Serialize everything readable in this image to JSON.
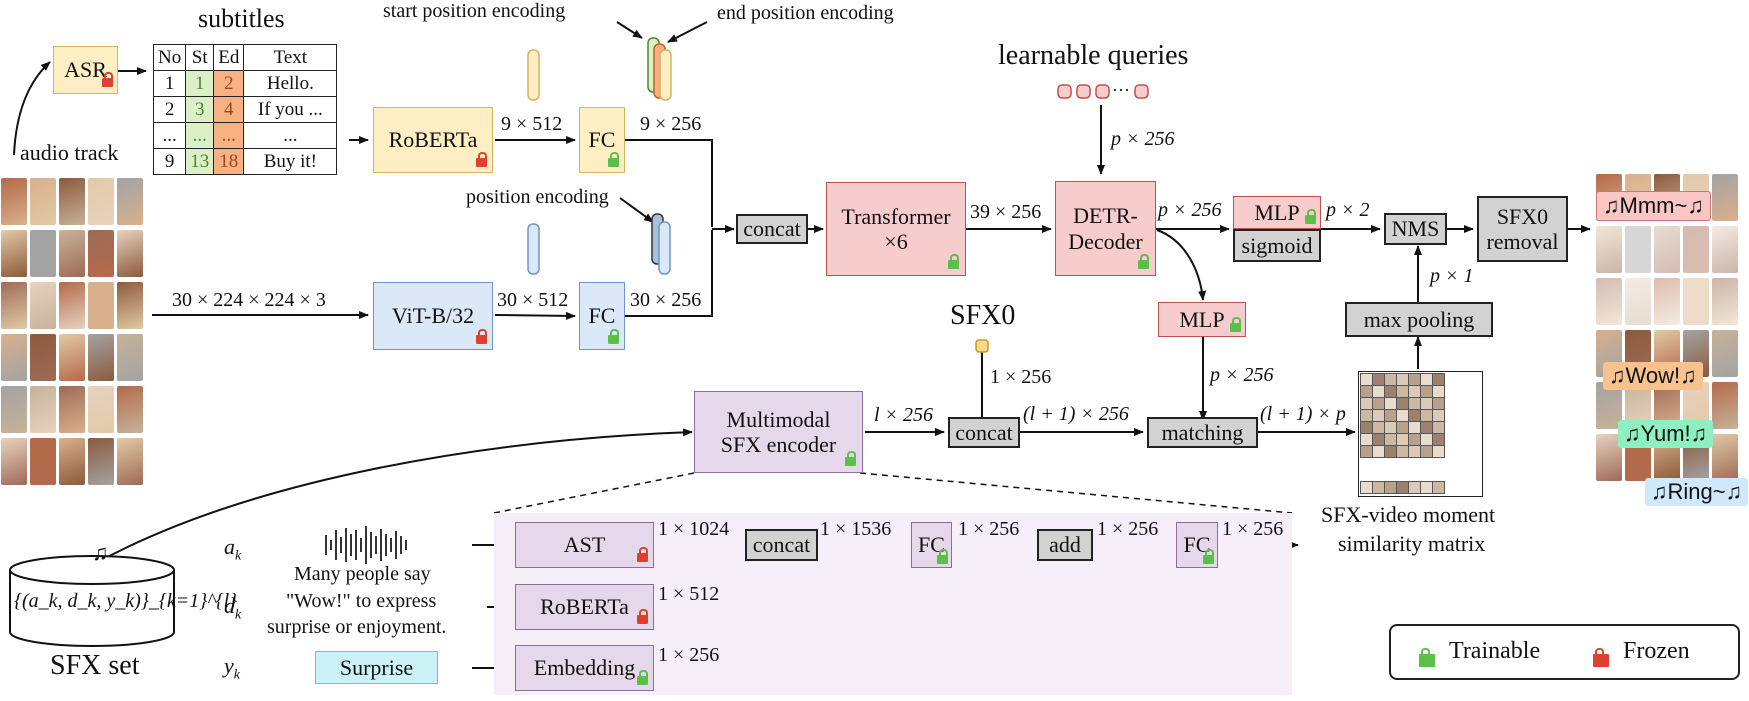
{
  "title_subtitles": "subtitles",
  "asr": "ASR",
  "audio_track": "audio track",
  "subtitle_table": {
    "headers": [
      "No",
      "St",
      "Ed",
      "Text"
    ],
    "rows": [
      [
        "1",
        "1",
        "2",
        "Hello."
      ],
      [
        "2",
        "3",
        "4",
        "If you ..."
      ],
      [
        "...",
        "...",
        "...",
        "..."
      ],
      [
        "9",
        "13",
        "18",
        "Buy it!"
      ]
    ]
  },
  "start_pos_enc": "start position encoding",
  "end_pos_enc": "end position encoding",
  "position_encoding": "position encoding",
  "roberta_top": "RoBERTa",
  "vit": "ViT-B/32",
  "fc": "FC",
  "concat": "concat",
  "transformer_l1": "Transformer",
  "transformer_l2": "×6",
  "learnable_queries": "learnable queries",
  "detr_l1": "DETR-",
  "detr_l2": "Decoder",
  "mlp": "MLP",
  "sigmoid": "sigmoid",
  "nms": "NMS",
  "sfx0_removal_l1": "SFX0",
  "sfx0_removal_l2": "removal",
  "max_pooling": "max pooling",
  "sfx0": "SFX0",
  "mm_enc_l1": "Multimodal",
  "mm_enc_l2": "SFX encoder",
  "matching": "matching",
  "sim_l1": "SFX-video moment",
  "sim_l2": "similarity matrix",
  "ast": "AST",
  "roberta_bottom": "RoBERTa",
  "embedding": "Embedding",
  "add": "add",
  "surprise": "Surprise",
  "desc_l1": "Many people say",
  "desc_l2": "\"Wow!\" to express",
  "desc_l3": "surprise or enjoyment.",
  "ak": "a",
  "dk": "d",
  "yk": "y",
  "k": "k",
  "sfx_set_formula": "{(a_k, d_k, y_k)}_{k=1}^{l}",
  "sfx_set": "SFX set",
  "dims": {
    "text_feat": "9 × 512",
    "text_fc": "9 × 256",
    "vid_in": "30 × 224 × 224 × 3",
    "vid_feat": "30 × 512",
    "vid_fc": "30 × 256",
    "trans_out": "39 × 256",
    "queries": "p × 256",
    "detr_out": "p × 256",
    "mlp_out": "p × 2",
    "maxpool_out": "p × 1",
    "mlp2_out": "p × 256",
    "sfx0_dim": "1 × 256",
    "enc_out": "l × 256",
    "concat_out": "(l + 1) × 256",
    "match_out": "(l + 1) × p",
    "ast_out": "1 × 1024",
    "rob_out": "1 × 512",
    "concat2_out": "1 × 1536",
    "fc2_out": "1 × 256",
    "emb_out": "1 × 256",
    "add_out": "1 × 256",
    "fc3_out": "1 × 256"
  },
  "tags": [
    "Mmm~",
    "Wow!",
    "Yum!",
    "Ring~"
  ],
  "music_note": "♫",
  "legend": {
    "trainable": "Trainable",
    "frozen": "Frozen"
  },
  "colors": {
    "text_branch": "#fdefc3",
    "video_branch": "#dbe8f8",
    "decoder": "#f7cccc",
    "sfx_encoder": "#e4d8ea",
    "operation": "#d2d2d2",
    "trainable_lock": "#5cbf4a",
    "frozen_lock": "#e0402f"
  }
}
